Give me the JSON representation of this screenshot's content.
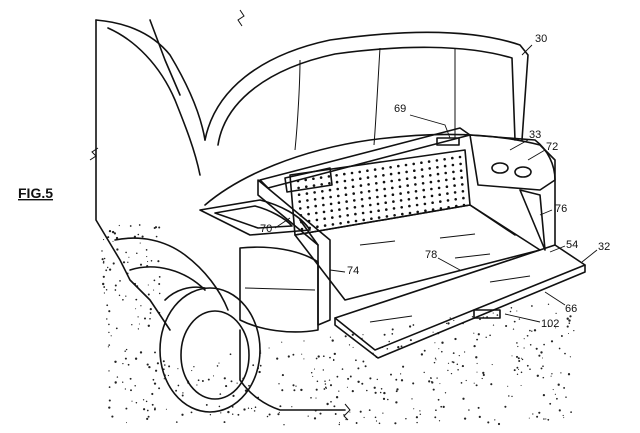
{
  "figure": {
    "label": "FIG.5"
  },
  "refs": [
    {
      "id": "ref-30",
      "text": "30"
    },
    {
      "id": "ref-69",
      "text": "69"
    },
    {
      "id": "ref-33",
      "text": "33"
    },
    {
      "id": "ref-72",
      "text": "72"
    },
    {
      "id": "ref-76",
      "text": "76"
    },
    {
      "id": "ref-70",
      "text": "70"
    },
    {
      "id": "ref-54",
      "text": "54"
    },
    {
      "id": "ref-32",
      "text": "32"
    },
    {
      "id": "ref-78",
      "text": "78"
    },
    {
      "id": "ref-74",
      "text": "74"
    },
    {
      "id": "ref-66",
      "text": "66"
    },
    {
      "id": "ref-102",
      "text": "102"
    }
  ]
}
